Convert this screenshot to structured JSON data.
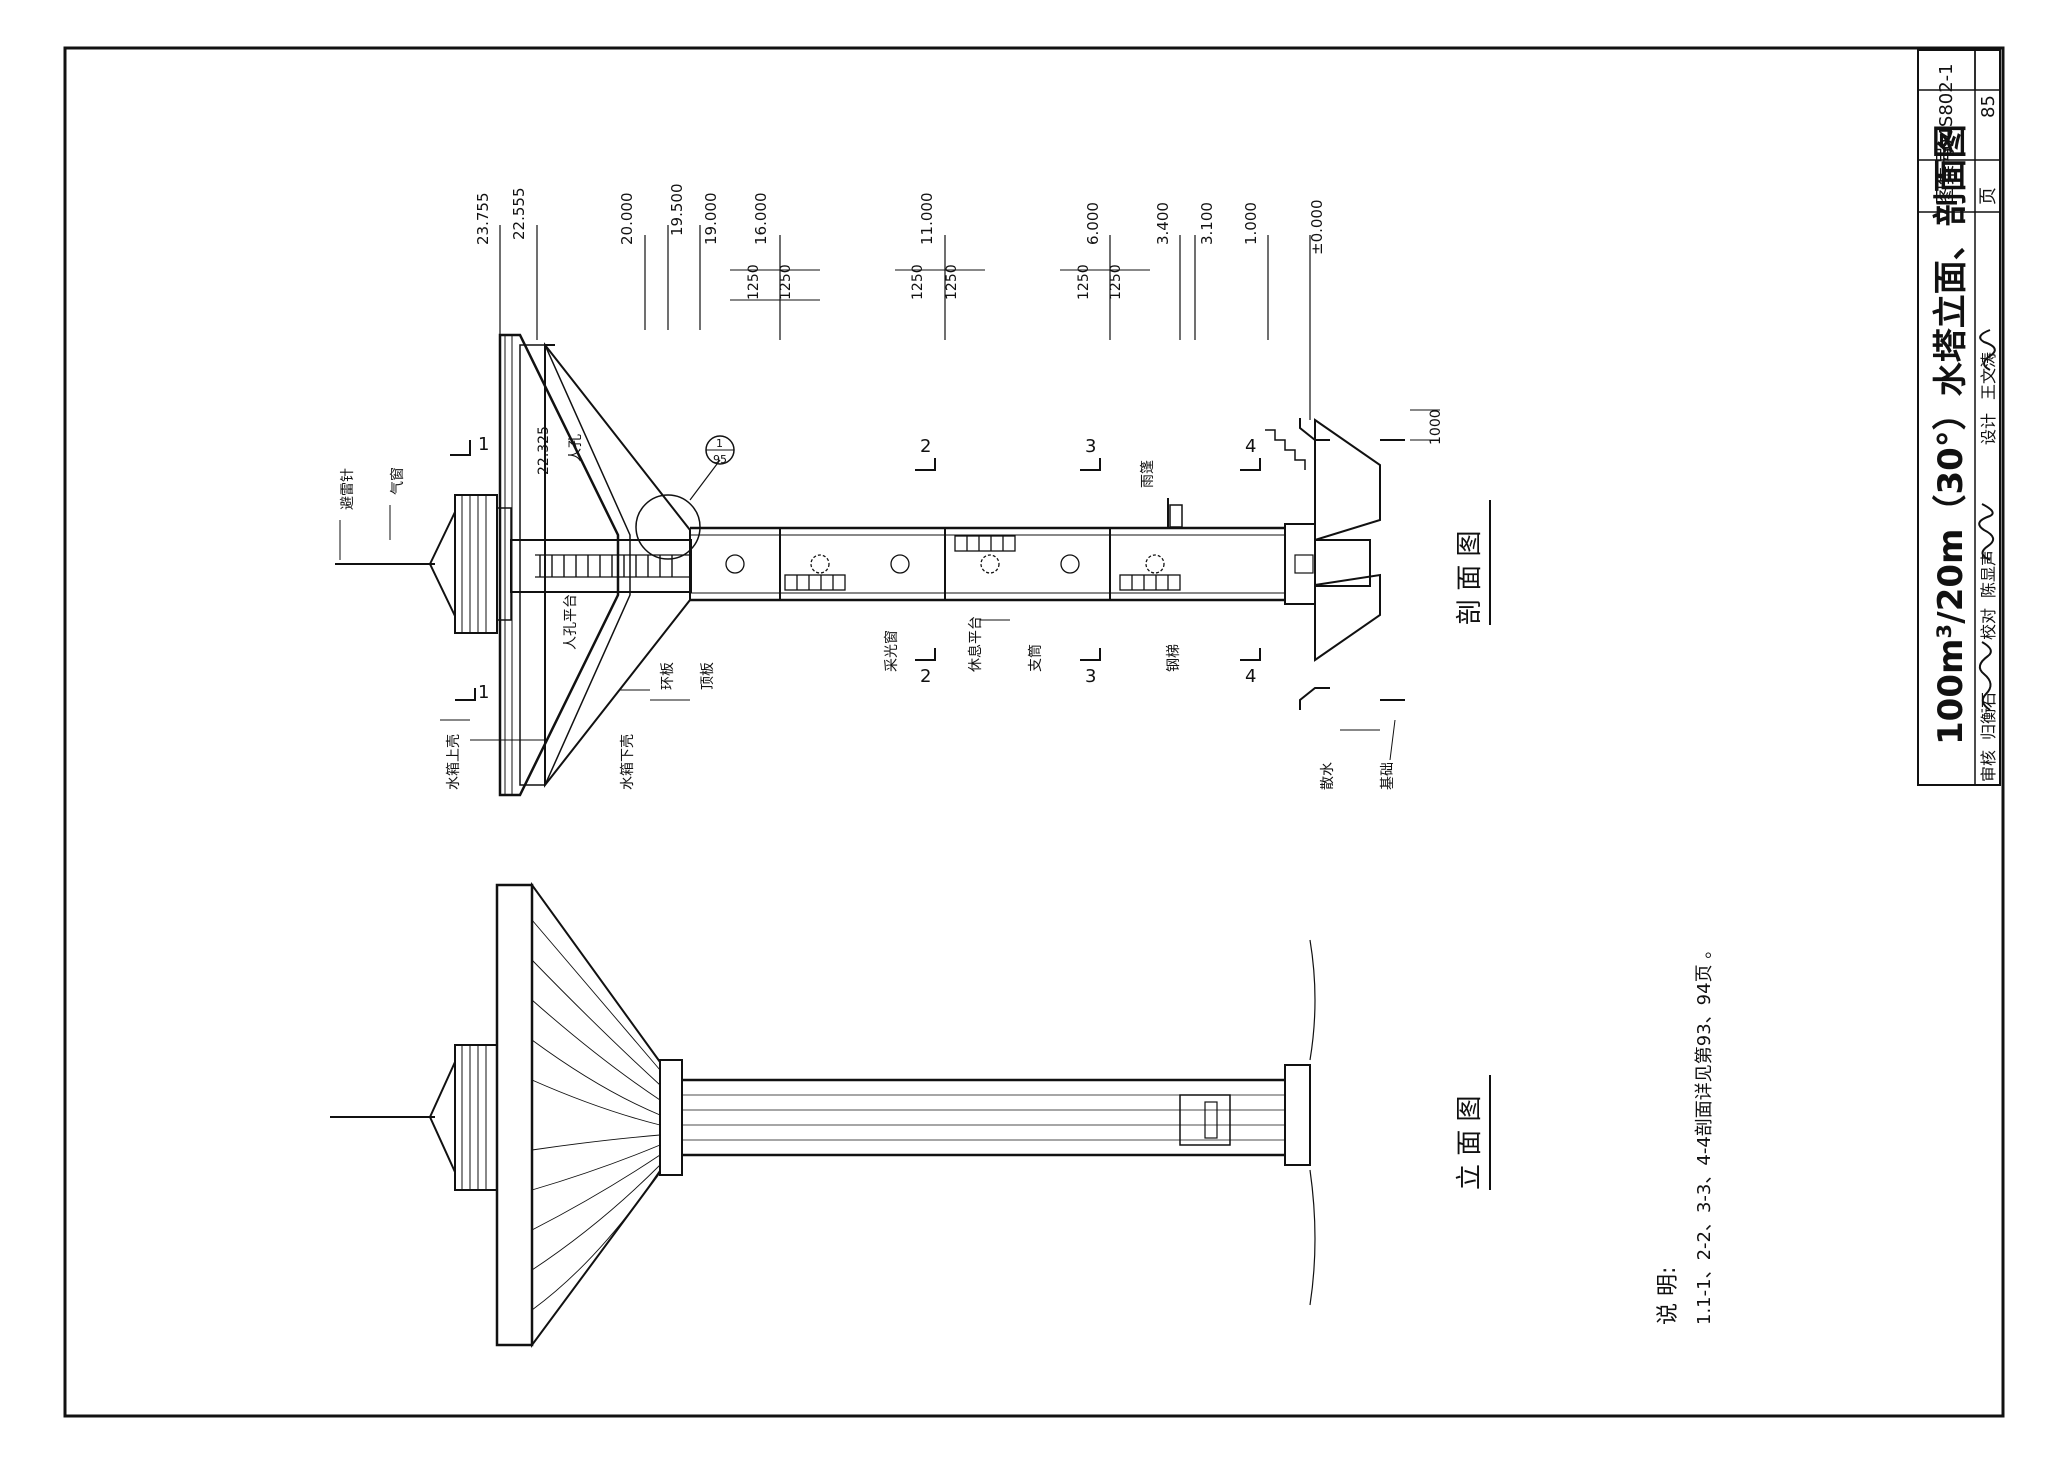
{
  "title_block": {
    "title": "100m³/20m（30°）水塔立面、剖面图",
    "atlas_label": "图集号",
    "atlas_no": "04S802-1",
    "page_label": "页",
    "page_no": "85",
    "roles": [
      "审核",
      "归衡石",
      "校对",
      "陈显声",
      "设计",
      "王文涛"
    ],
    "signatures": [
      "归衡石",
      "陈显声",
      "王文涛"
    ]
  },
  "elevations": [
    "23.755",
    "22.555",
    "20.000",
    "19.500",
    "19.000",
    "16.000",
    "11.000",
    "6.000",
    "3.400",
    "3.100",
    "1.000",
    "±0.000"
  ],
  "dims": {
    "upper": [
      "1250",
      "1250"
    ],
    "middle": [
      "1250",
      "1250"
    ],
    "lower": [
      "1250",
      "1250"
    ],
    "base": "1000",
    "inner_level": "22.325"
  },
  "section_marks": [
    "1",
    "2",
    "3",
    "4"
  ],
  "detail_ref": {
    "num": "1",
    "page": "95"
  },
  "labels": {
    "lightning_rod": "避雷针",
    "vent_cap": "气窗",
    "manhole_top": "人孔",
    "manhole_platform": "人孔平台",
    "ring_plate": "环板",
    "top_plate": "顶板",
    "upper_shell": "水箱上壳",
    "lower_shell": "水箱下壳",
    "light_window": "采光窗",
    "rest_platform": "休息平台",
    "support_tube": "支筒",
    "steel_ladder": "钢梯",
    "canopy": "雨篷",
    "apron": "散水",
    "foundation": "基础"
  },
  "view_titles": {
    "section": "剖 面 图",
    "elevation": "立 面 图"
  },
  "notes": {
    "heading": "说 明:",
    "items": [
      "1.1-1、2-2、3-3、4-4剖面详见第93、94页 。"
    ]
  }
}
